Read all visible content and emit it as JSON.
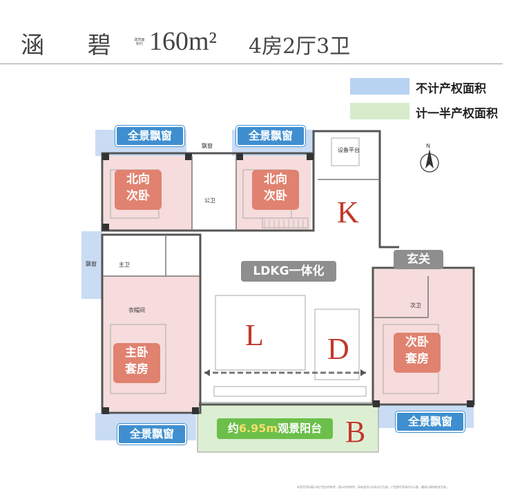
{
  "header": {
    "name": "涵 碧",
    "area_label": "建筑面积约",
    "area": "160m²",
    "layout": "4房2厅3卫"
  },
  "legend": [
    {
      "label": "不计产权面积",
      "color": "#b8d3f2"
    },
    {
      "label": "计一半产权面积",
      "color": "#d6eccb"
    }
  ],
  "tags": {
    "bay_window_top_left": "全景飘窗",
    "bay_window_top_mid": "全景飘窗",
    "bay_window_bottom_left": "全景飘窗",
    "bay_window_bottom_right": "全景飘窗",
    "ldkg": "LDKG一体化",
    "entrance": "玄关",
    "balcony_prefix": "约",
    "balcony_area": "6.95m",
    "balcony_suffix": "观景阳台"
  },
  "rooms": {
    "north_bedroom_1": "北向\n次卧",
    "north_bedroom_2": "北向\n次卧",
    "master_bedroom": "主卧\n套房",
    "second_bedroom_suite": "次卧\n套房"
  },
  "letters": {
    "K": "K",
    "L": "L",
    "D": "D",
    "B": "B"
  },
  "small_labels": {
    "public_bath": "公卫",
    "master_bath": "主卫",
    "second_bath": "次卫",
    "cloakroom": "衣帽间",
    "equipment": "设备平台",
    "bay_small_top": "飘窗",
    "bay_small_left": "飘窗"
  },
  "footnote": "本宣传资料展示的户型仅供参考，图示仅供参考，如有差异以实际交付为准，户型图中家具均为示意，最终以政府批准为准。"
}
